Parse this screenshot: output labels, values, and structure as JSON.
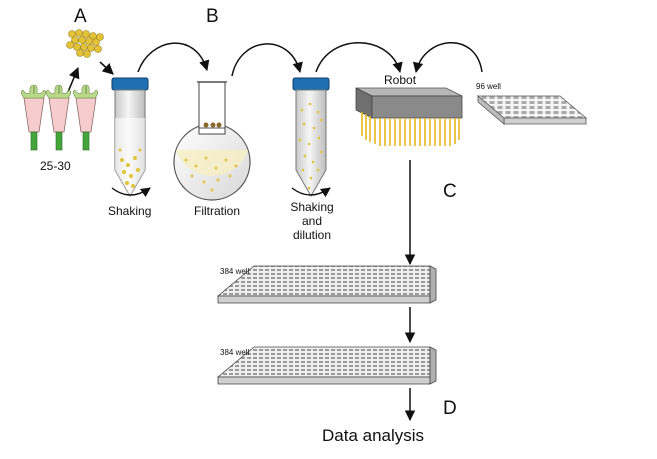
{
  "steps": {
    "a": "A",
    "b": "B",
    "c": "C",
    "d": "D"
  },
  "labels": {
    "count": "25-30",
    "shaking": "Shaking",
    "filtration": "Filtration",
    "shaking_dilution_1": "Shaking",
    "shaking_dilution_2": "and",
    "shaking_dilution_3": "dilution",
    "robot": "Robot",
    "plate_96": "96 well",
    "plate_384_top": "384 well",
    "plate_384_bottom": "384 well",
    "data_analysis": "Data analysis"
  },
  "colors": {
    "pollen": "#e2c236",
    "flower_pink": "#f6cccc",
    "stem_green": "#43a53a",
    "cap_blue": "#1f6fb3",
    "robot_grey": "#8a8a8a",
    "tips_yellow": "#e6b81c"
  }
}
